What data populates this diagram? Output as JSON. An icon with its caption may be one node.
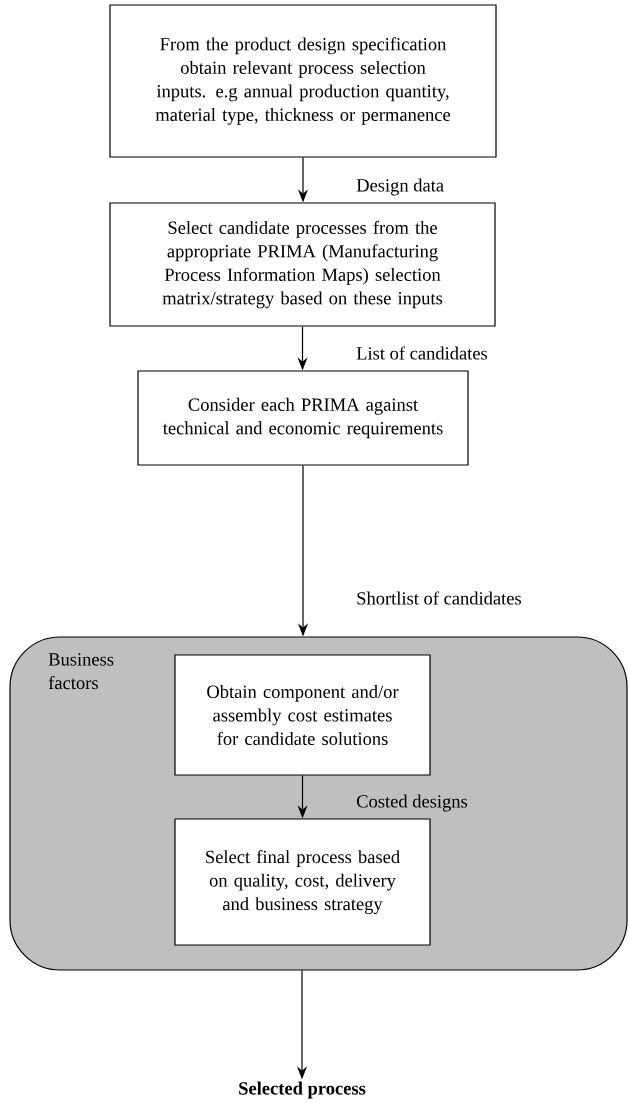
{
  "diagram": {
    "nodes": [
      {
        "text": [
          "From the product design specification obtain relevant process selection inputs. e.g annual production quantity, material type, thickness or permanence"
        ]
      },
      {
        "text": [
          "Select candidate processes from the appropriate PRIMA (Manufacturing Process Information Maps) selection matrix/strategy based on these inputs"
        ]
      },
      {
        "text": [
          "Consider each PRIMA against technical and economic requirements"
        ]
      },
      {
        "text": [
          "Business factors"
        ]
      },
      {
        "text": [
          "Obtain component and/or assembly cost estimates for candidate solutions"
        ],
        "in": 3
      },
      {
        "text": [
          "Select final process based on quality, cost, delivery and business strategy"
        ],
        "in": 3
      },
      {
        "text": [
          "Selected process"
        ]
      }
    ],
    "edges": [
      {
        "from": 0,
        "to": 1,
        "arrow": "to",
        "label": "Design data"
      },
      {
        "from": 1,
        "to": 2,
        "arrow": "to",
        "label": "List of candidates"
      },
      {
        "from": 2,
        "to": 3,
        "arrow": "to",
        "label": "Shortlist of candidates"
      },
      {
        "from": 4,
        "to": 5,
        "arrow": "to",
        "label": "Costed designs"
      },
      {
        "from": 3,
        "to": 6,
        "arrow": "to"
      }
    ]
  }
}
